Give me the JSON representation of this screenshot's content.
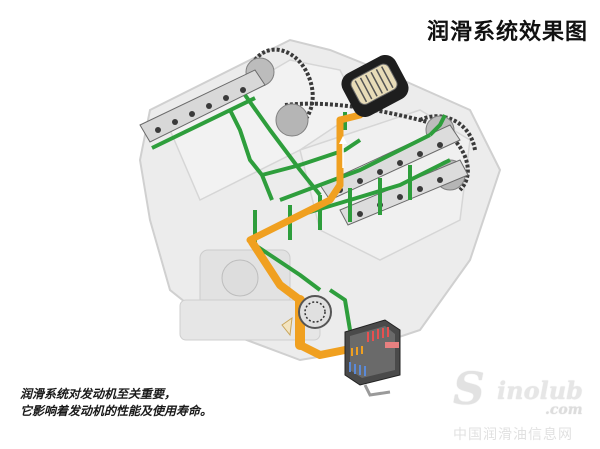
{
  "title": "润滑系统效果图",
  "caption": {
    "line1": "润滑系统对发动机至关重要，",
    "line2": "它影响着发动机的性能及使用寿命。"
  },
  "watermark": {
    "logo_s": "S",
    "logo_rest": "inolub",
    "logo_com": ".com",
    "site_name": "中国润滑油信息网"
  },
  "illustration": {
    "subject": "engine-cutaway-lubrication-system",
    "components": [
      "engine-block",
      "camshaft-left",
      "camshaft-right",
      "timing-chain",
      "oil-filter-housing",
      "oil-pump",
      "oil-cooler",
      "oil-galleries-green",
      "oil-supply-line-orange"
    ]
  },
  "colors": {
    "oil_gallery_green": "#2e9e3c",
    "oil_supply_orange": "#f0a020",
    "engine_gray": "#d9d9d9",
    "chain_dark": "#3a3a3a",
    "cooler_hot_red": "#e85050",
    "cooler_cold_blue": "#5a8ad8",
    "filter_black": "#1e1e1e",
    "filter_beige": "#e8dcb8",
    "title_text": "#111111"
  }
}
